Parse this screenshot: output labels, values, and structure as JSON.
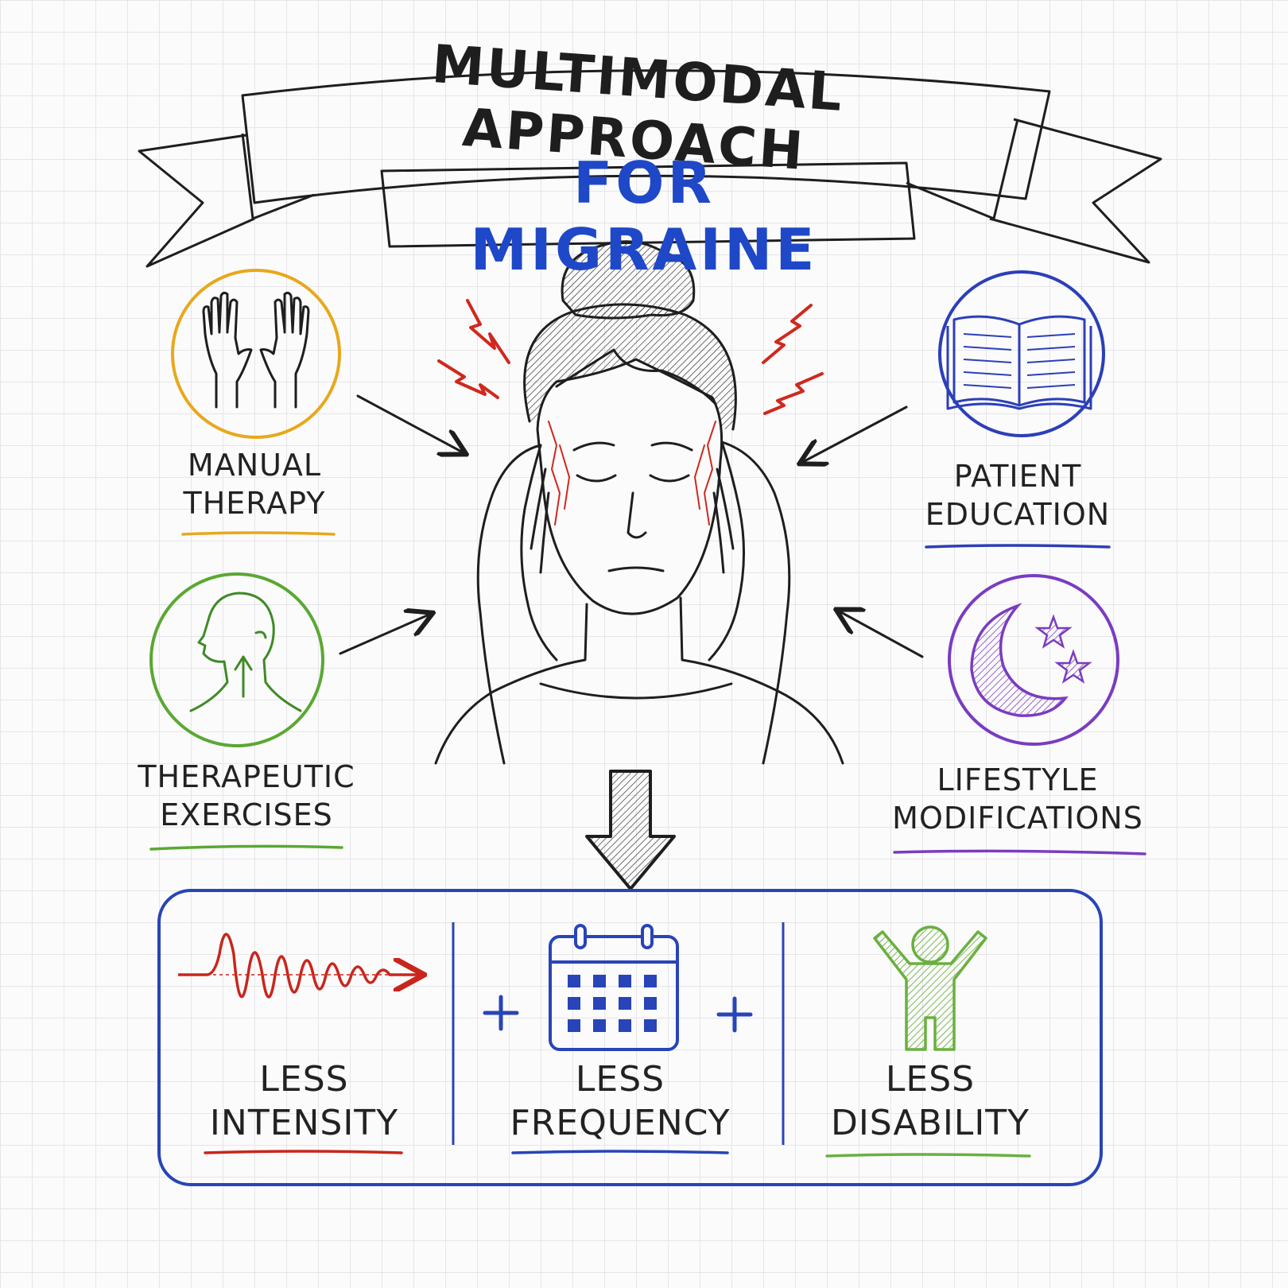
{
  "title": {
    "line1": "MULTIMODAL APPROACH",
    "line2": "FOR MIGRAINE"
  },
  "colors": {
    "ink": "#1e1e1e",
    "title_blue": "#1f48c8",
    "pain_red": "#d0281e",
    "manual_therapy": "#e8a81c",
    "therapeutic_exercises": "#5aa832",
    "patient_education": "#2c3fb8",
    "lifestyle_modifications": "#7a3cc0",
    "outcome_box": "#2844b8",
    "intensity": "#c8261c",
    "frequency": "#2844b8",
    "disability": "#6ab040"
  },
  "modalities": [
    {
      "id": "manual-therapy",
      "lines": [
        "MANUAL",
        "THERAPY"
      ],
      "icon": "hands-icon"
    },
    {
      "id": "patient-education",
      "lines": [
        "PATIENT",
        "EDUCATION"
      ],
      "icon": "book-icon"
    },
    {
      "id": "therapeutic-exercises",
      "lines": [
        "THERAPEUTIC",
        "EXERCISES"
      ],
      "icon": "head-neck-icon"
    },
    {
      "id": "lifestyle-modifications",
      "lines": [
        "LIFESTYLE",
        "MODIFICATIONS"
      ],
      "icon": "moon-stars-icon"
    }
  ],
  "center_icon": "woman-headache-icon",
  "outcomes": [
    {
      "id": "intensity",
      "lines": [
        "LESS",
        "INTENSITY"
      ],
      "icon": "wave-icon"
    },
    {
      "id": "frequency",
      "lines": [
        "LESS",
        "FREQUENCY"
      ],
      "icon": "calendar-icon"
    },
    {
      "id": "disability",
      "lines": [
        "LESS",
        "DISABILITY"
      ],
      "icon": "person-arms-up-icon"
    }
  ],
  "operators": [
    "+",
    "+"
  ]
}
